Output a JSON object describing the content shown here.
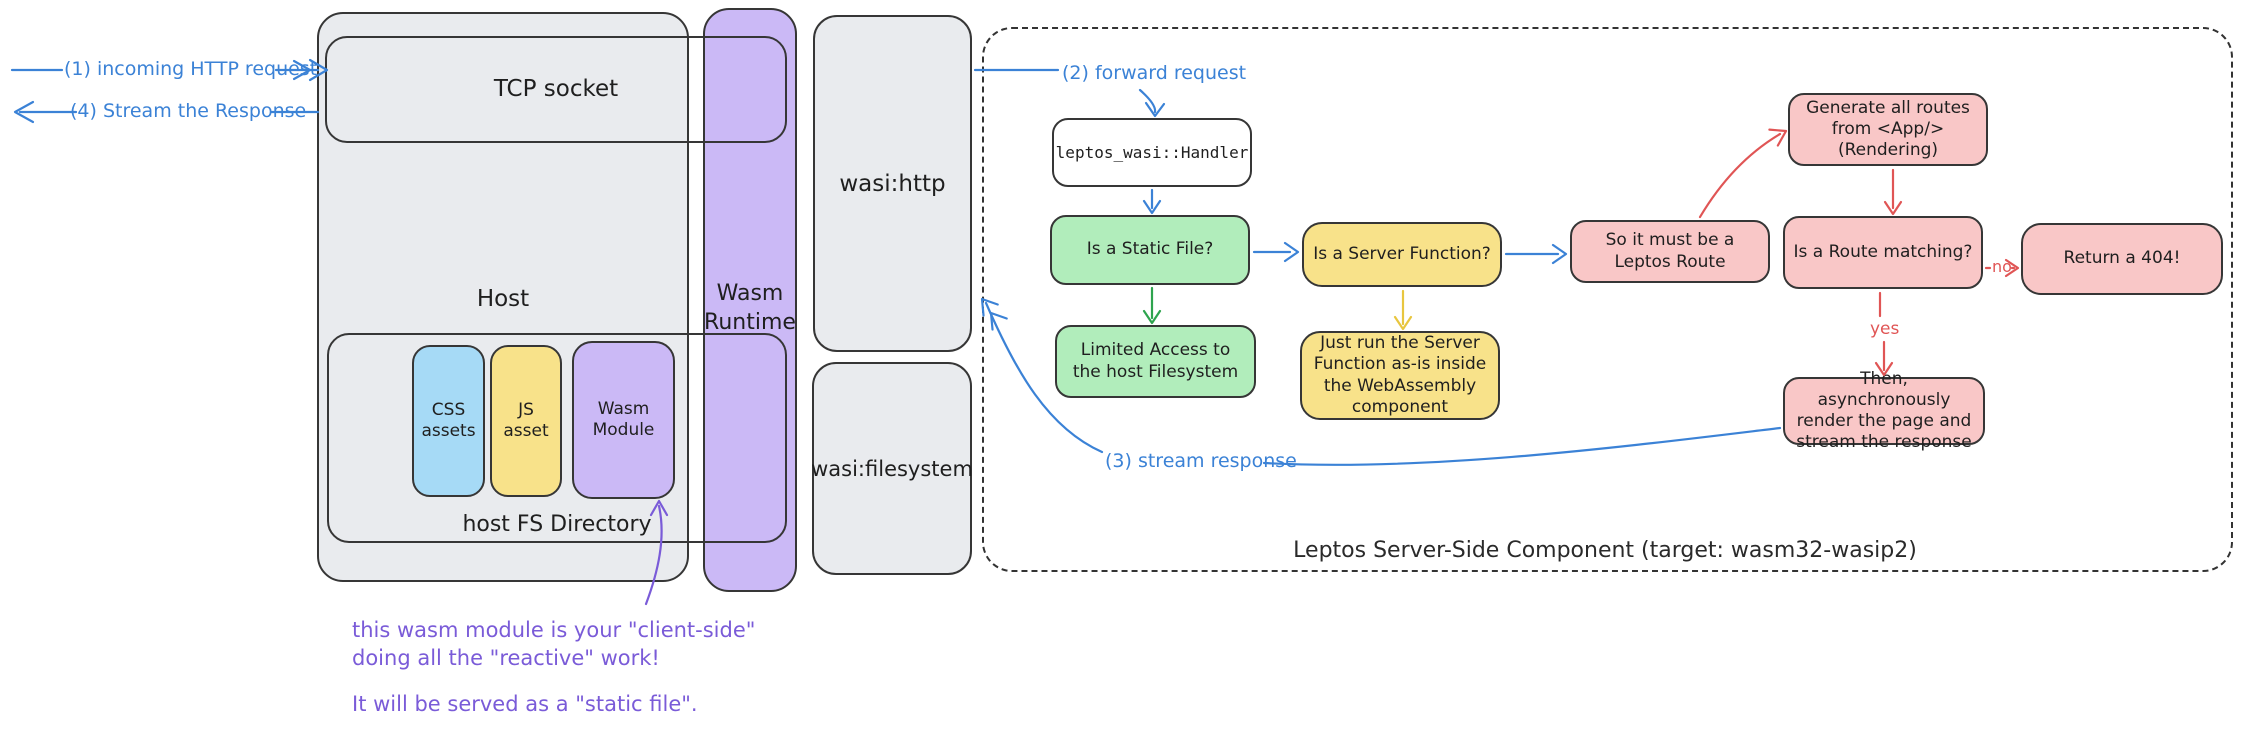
{
  "colors": {
    "arrow_blue": "#3b82d6",
    "arrow_red": "#e05555",
    "arrow_green": "#2ea44e",
    "arrow_yellow": "#e8c63f",
    "annotation_purple": "#7a5bd8",
    "box_gray": "#e9ebee",
    "box_purple": "#cbb9f6",
    "box_blue": "#a6daf6",
    "box_yellow": "#f8e28a",
    "box_green": "#b1edbb",
    "box_pink": "#f9c7c7"
  },
  "external": {
    "incoming": "(1) incoming HTTP request",
    "stream_out": "(4) Stream the Response"
  },
  "host": {
    "label": "Host",
    "tcp_socket": "TCP socket",
    "fs_directory": "host FS Directory",
    "assets": {
      "css": "CSS assets",
      "js": "JS asset",
      "wasm": "Wasm Module"
    }
  },
  "wasm_runtime": "Wasm Runtime",
  "wasi": {
    "http": "wasi:http",
    "filesystem": "wasi:filesystem"
  },
  "flow": {
    "caption": "Leptos Server-Side Component (target: wasm32-wasip2)",
    "forward": "(2) forward request",
    "stream": "(3) stream response",
    "handler": "leptos_wasi::Handler",
    "static_file": "Is a Static File?",
    "limited_access": "Limited Access to the host Filesystem",
    "server_function": "Is a Server Function?",
    "just_run": "Just run the Server Function as-is inside the WebAssembly component",
    "leptos_route": "So it must be a Leptos Route",
    "generate_routes": "Generate all routes from <App/> (Rendering)",
    "route_matching": "Is a Route matching?",
    "return_404": "Return a 404!",
    "then_render": "Then, asynchronously render the page and stream the response",
    "yes": "yes",
    "no": "no"
  },
  "annotation": {
    "line1": "this wasm module is your \"client-side\"",
    "line2": "doing all the \"reactive\" work!",
    "line3": "It will be served as a \"static file\"."
  }
}
